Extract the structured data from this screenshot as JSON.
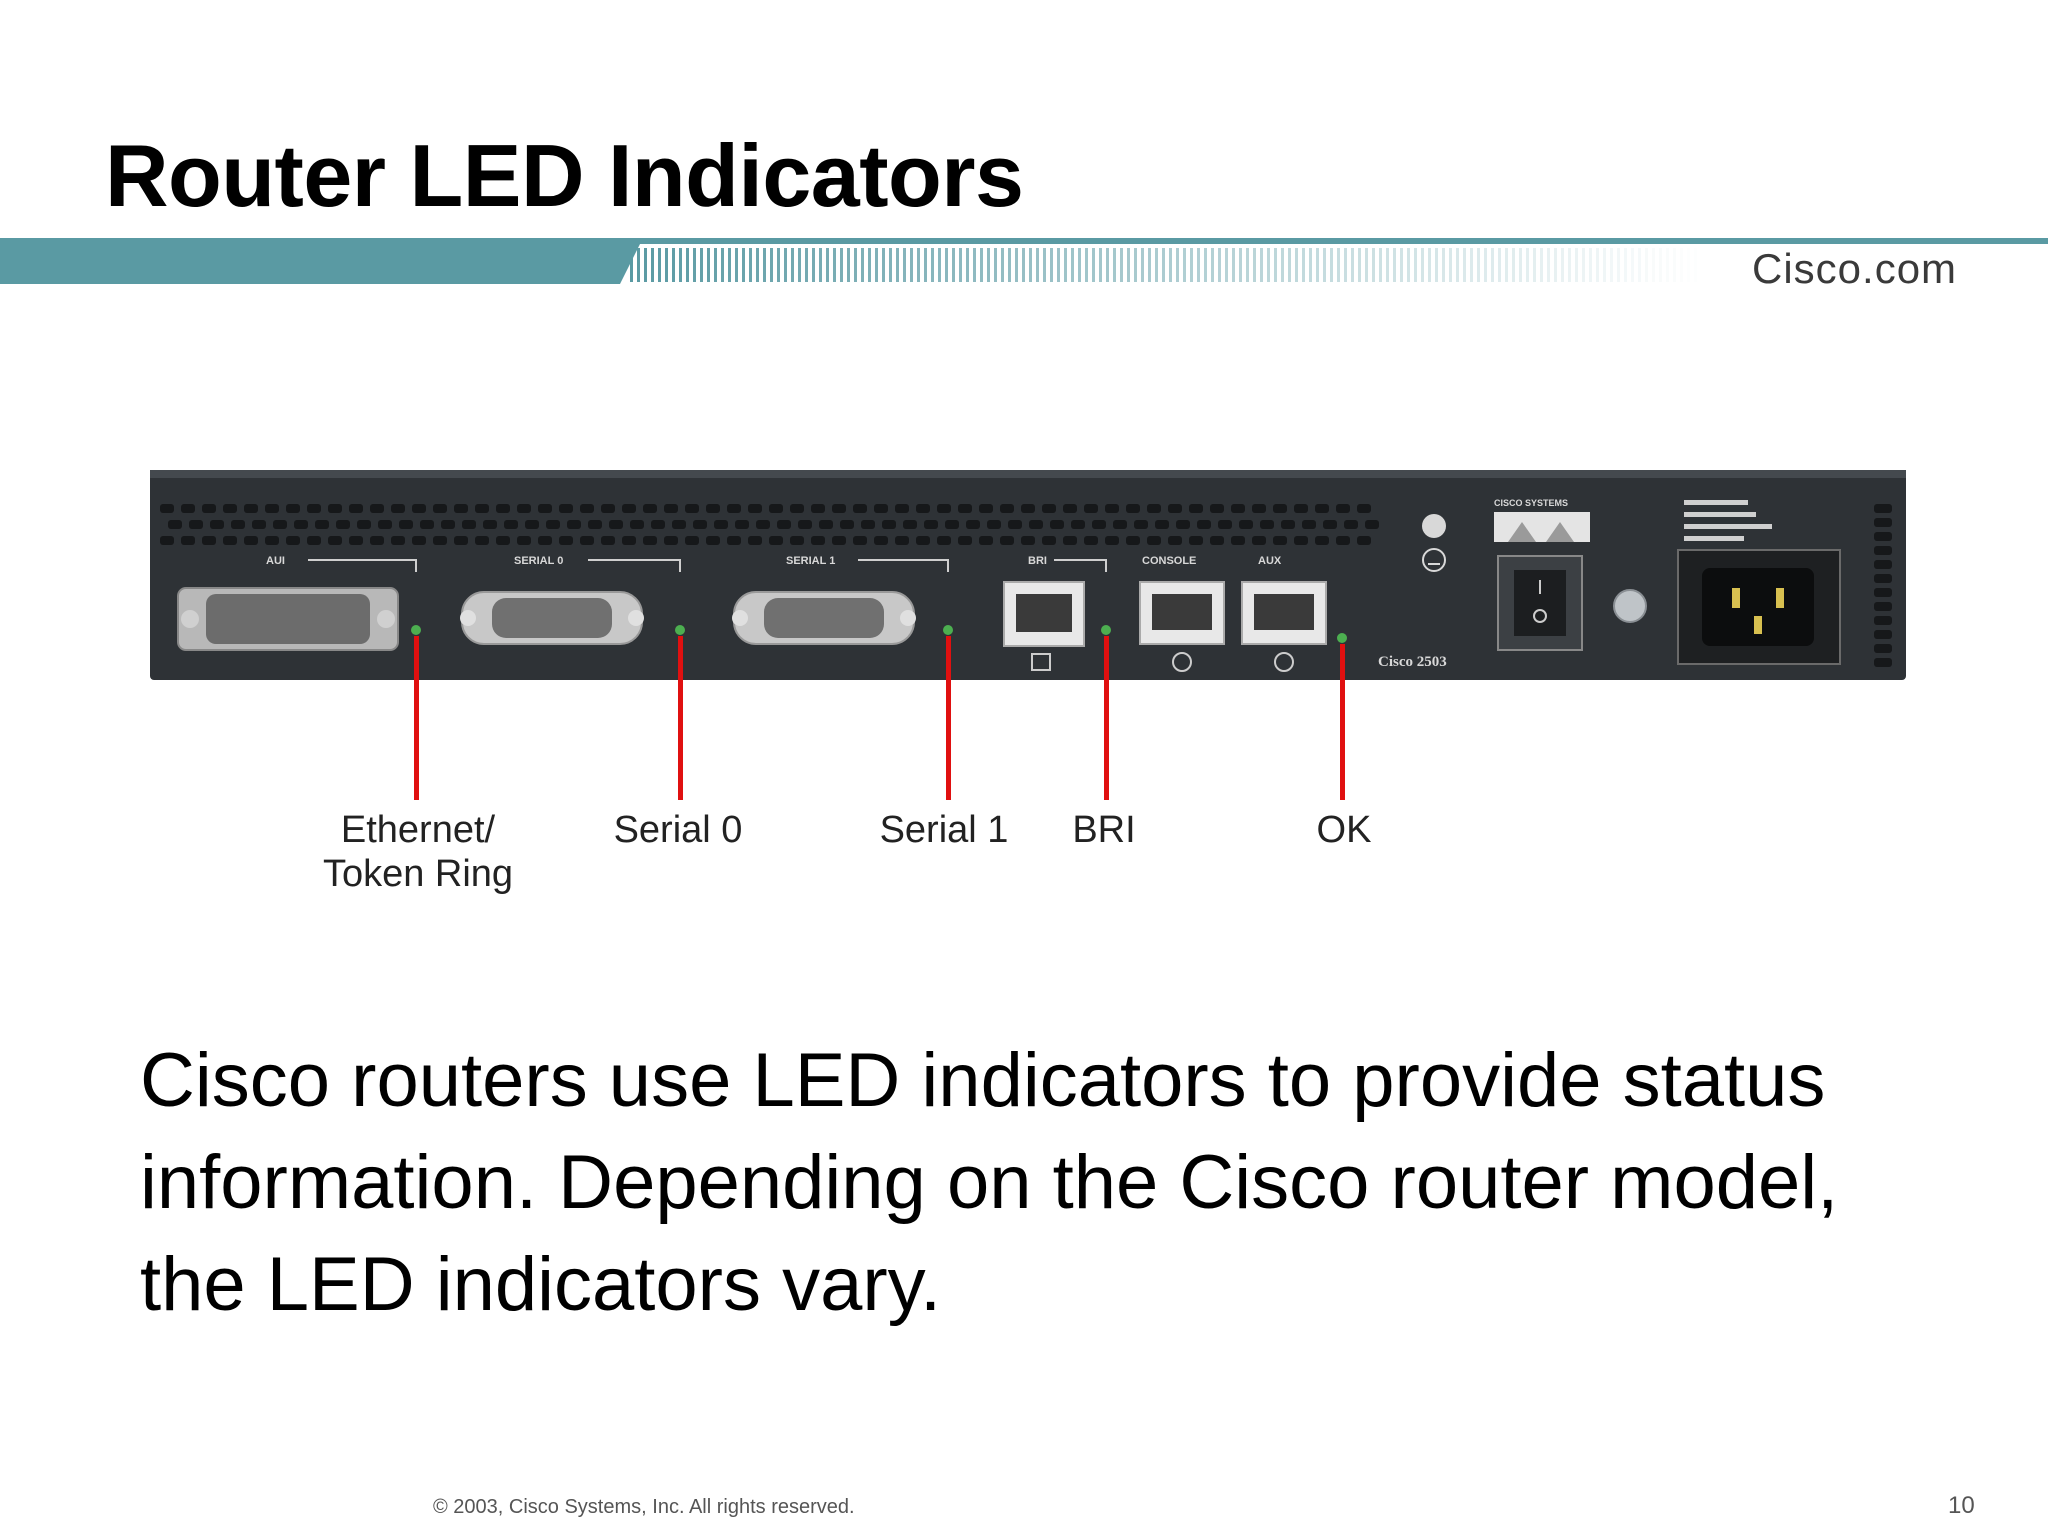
{
  "slide": {
    "title": "Router LED Indicators",
    "logo": "Cisco.com",
    "body": "Cisco routers use LED indicators to provide status information. Depending on the Cisco router model, the LED indicators vary.",
    "copyright": "© 2003, Cisco Systems, Inc. All rights reserved.",
    "page_number": "10"
  },
  "diagram": {
    "chassis_labels": {
      "aui": "AUI",
      "serial0": "SERIAL 0",
      "serial1": "SERIAL 1",
      "bri": "BRI",
      "console": "CONSOLE",
      "aux": "AUX",
      "model": "Cisco 2503",
      "brand": "CISCO SYSTEMS"
    },
    "led_labels": {
      "ethernet_line1": "Ethernet/",
      "ethernet_line2": "Token Ring",
      "serial0": "Serial 0",
      "serial1": "Serial 1",
      "bri": "BRI",
      "ok": "OK"
    },
    "colors": {
      "chassis": "#2e3236",
      "led": "#4caf50",
      "pointer": "#e01010",
      "bar": "#5a9aa3"
    }
  }
}
